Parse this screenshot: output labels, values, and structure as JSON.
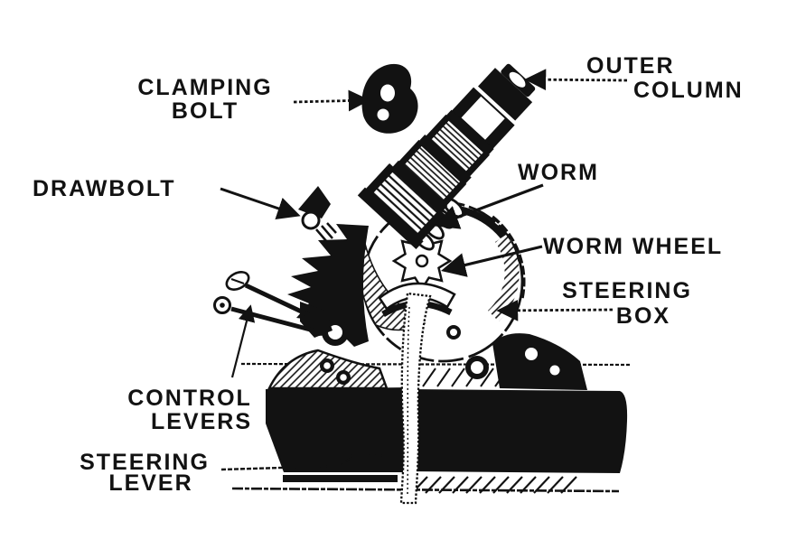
{
  "diagram": {
    "subject": "steering-box-assembly",
    "ink_color": "#121212",
    "background_color": "#ffffff",
    "labels": {
      "clamping_bolt": {
        "line1": "CLAMPING",
        "line2": "BOLT"
      },
      "outer_column": {
        "line1": "OUTER",
        "line2": "COLUMN"
      },
      "drawbolt": {
        "text": "DRAWBOLT"
      },
      "worm": {
        "text": "WORM"
      },
      "worm_wheel": {
        "text": "WORM WHEEL"
      },
      "steering_box": {
        "line1": "STEERING",
        "line2": "BOX"
      },
      "control_levers": {
        "line1": "CONTROL",
        "line2": "LEVERS"
      },
      "steering_lever": {
        "line1": "STEERING",
        "line2": "LEVER"
      }
    }
  }
}
